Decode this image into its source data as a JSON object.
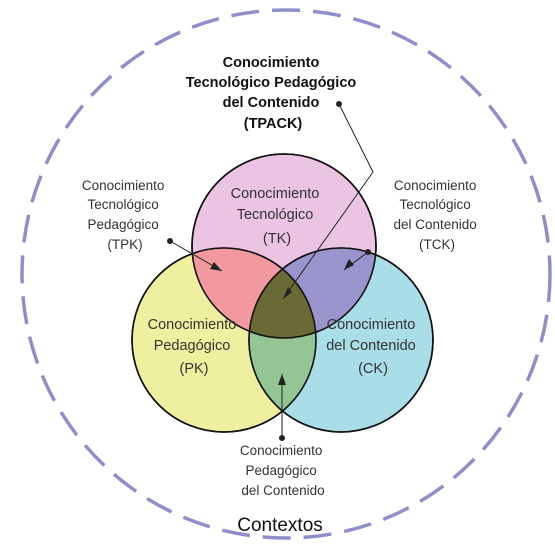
{
  "tpack": {
    "lines": [
      "Conocimiento",
      "Tecnológico Pedagógico",
      "del Contenido"
    ],
    "abbr": "(TPACK)"
  },
  "tk": {
    "lines": [
      "Conocimiento",
      "Tecnológico"
    ],
    "abbr": "(TK)"
  },
  "pk": {
    "lines": [
      "Conocimiento",
      "Pedagógico"
    ],
    "abbr": "(PK)"
  },
  "ck": {
    "lines": [
      "Conocimiento",
      "del Contenido"
    ],
    "abbr": "(CK)"
  },
  "tpk": {
    "lines": [
      "Conocimiento",
      "Tecnológico",
      "Pedagógico"
    ],
    "abbr": "(TPK)"
  },
  "tck": {
    "lines": [
      "Conocimiento",
      "Tecnológico",
      "del Contenido"
    ],
    "abbr": "(TCK)"
  },
  "pck": {
    "lines": [
      "Conocimiento",
      "Pedagógico",
      "del Contenido"
    ]
  },
  "context": {
    "label": "Contextos"
  },
  "colors": {
    "tk_circle": "#ebc3e3",
    "pk_circle": "#eeef9f",
    "ck_circle": "#a9dde7",
    "tpk_region": "#f1999f",
    "tck_region": "#9995cc",
    "pck_region": "#94c695",
    "tpack_region": "#6a6a36",
    "context_dash": "#8e8fca"
  }
}
